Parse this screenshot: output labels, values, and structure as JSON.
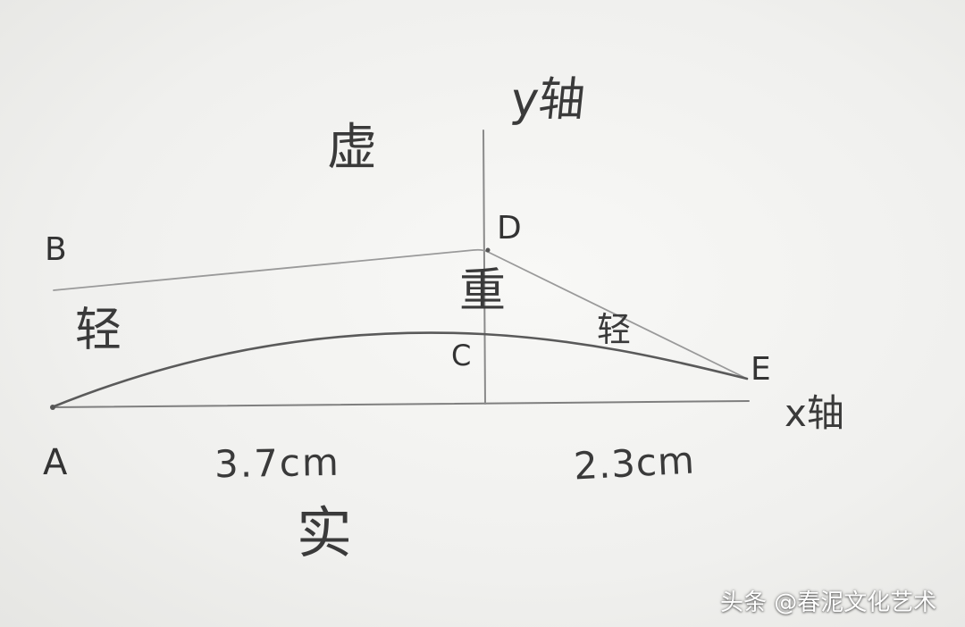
{
  "axes": {
    "y_label": "y轴",
    "x_label": "x轴"
  },
  "regions": {
    "top": "虚",
    "bottom": "实",
    "center": "重",
    "left": "轻",
    "right": "轻"
  },
  "points": {
    "a": "A",
    "b": "B",
    "c": "C",
    "d": "D",
    "e": "E"
  },
  "measurements": {
    "left": "3.7cm",
    "right": "2.3cm"
  },
  "watermark": "头条 @春泥文化艺术",
  "colors": {
    "paper": "#f1f1ef",
    "pencil": "#3a3a3a",
    "light_pencil": "#8a8a8a"
  }
}
